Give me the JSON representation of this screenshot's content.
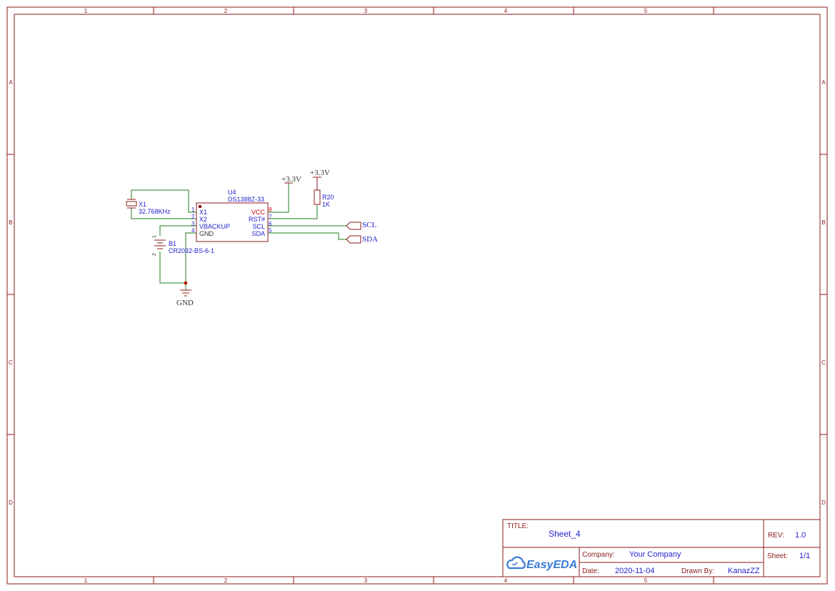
{
  "frame": {
    "columns": [
      "1",
      "2",
      "3",
      "4",
      "5"
    ],
    "rows": [
      "A",
      "B",
      "C",
      "D"
    ]
  },
  "title_block": {
    "title_label": "TITLE:",
    "title": "Sheet_4",
    "rev_label": "REV:",
    "rev": "1.0",
    "company_label": "Company:",
    "company": "Your Company",
    "sheet_label": "Sheet:",
    "sheet": "1/1",
    "date_label": "Date:",
    "date": "2020-11-04",
    "drawn_by_label": "Drawn By:",
    "drawn_by": "KanazZZ",
    "logo_text": "EasyEDA"
  },
  "schematic": {
    "u4": {
      "designator": "U4",
      "part": "DS1388Z-33",
      "left_pins": [
        {
          "num": "1",
          "name": "X1"
        },
        {
          "num": "2",
          "name": "X2"
        },
        {
          "num": "3",
          "name": "VBACKUP"
        },
        {
          "num": "4",
          "name": "GND"
        }
      ],
      "right_pins": [
        {
          "num": "8",
          "name": "VCC"
        },
        {
          "num": "7",
          "name": "RST#"
        },
        {
          "num": "6",
          "name": "SCL"
        },
        {
          "num": "5",
          "name": "SDA"
        }
      ]
    },
    "x1": {
      "designator": "X1",
      "value": "32.768KHz"
    },
    "b1": {
      "designator": "B1",
      "value": "CR2032-BS-6-1",
      "pin_plus": "1",
      "pin_minus": "2"
    },
    "r20": {
      "designator": "R20",
      "value": "1K"
    },
    "power": {
      "vcc_label_1": "+3.3V",
      "vcc_label_2": "+3.3V",
      "gnd_label": "GND"
    },
    "net_ports": {
      "scl": "SCL",
      "sda": "SDA"
    },
    "colors": {
      "frame": "#8b1a1a",
      "wire": "#1e7d1e",
      "text_blue": "#2222cc",
      "pin_red": "#cc0000"
    }
  }
}
